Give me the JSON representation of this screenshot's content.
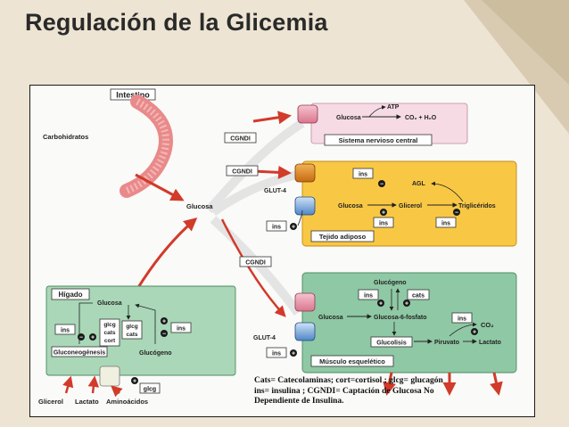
{
  "slide": {
    "title": "Regulación de la Glicemia",
    "background": "#ede4d3",
    "accent": "#c8b79c"
  },
  "diagram": {
    "intestine": {
      "label": "Intestino",
      "input": "Carbohidratos"
    },
    "blood": {
      "glucose": "Glucosa"
    },
    "cgndi": "CGNDI",
    "ins": "ins",
    "minus": "−",
    "plus": "+",
    "nervous": {
      "label": "Sistema nervioso central",
      "atp": "ATP",
      "glucose": "Glucosa",
      "products": "CO₂ + H₂O"
    },
    "adipose": {
      "label": "Tejido adiposo",
      "transporter": "GLUT-4",
      "glucose": "Glucosa",
      "agl": "AGL",
      "glycerol": "Glicerol",
      "triglycerides": "Triglicéridos"
    },
    "muscle": {
      "label": "Músculo esquelético",
      "transporter": "GLUT-4",
      "glucose": "Glucosa",
      "g6p": "Glucosa-6-fosfato",
      "glycogen": "Glucógeno",
      "cats": "cats",
      "glycolysis": "Glucolisis",
      "pyruvate": "Piruvato",
      "lactate": "Lactato",
      "co2": "CO₂"
    },
    "liver": {
      "label": "Hígado",
      "glucose": "Glucosa",
      "glcg": "glcg",
      "cats": "cats",
      "cort": "cort",
      "glycogen": "Glucógeno",
      "gluconeogenesis": "Gluconeogénesis"
    },
    "inputs": {
      "glycerol": "Glicerol",
      "lactate": "Lactato",
      "amino_acids": "Aminoácidos",
      "glcg": "glcg"
    }
  },
  "legend": {
    "line1": "Cats= Catecolaminas; cort=cortisol ; glcg= glucagón",
    "line2": "ins= insulina ; CGNDI= Captación de Glucosa No",
    "line3": "Dependiente de Insulina."
  }
}
